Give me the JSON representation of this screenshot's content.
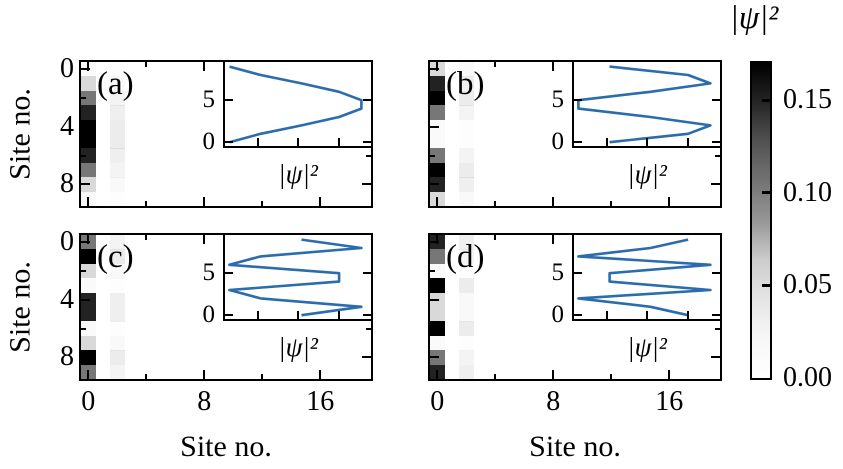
{
  "chart_data": {
    "type": "heatmap",
    "xlabel": "Site no.",
    "ylabel": "Site no.",
    "colormap": "Greys",
    "vmin": 0.0,
    "vmax": 0.17,
    "grid_rows": 10,
    "grid_cols": 20,
    "xticks": [
      0,
      8,
      16
    ],
    "xtick_labels": [
      "0",
      "8",
      "16"
    ],
    "xticks_minor": [
      4,
      12
    ],
    "yticks": [
      0,
      4,
      8
    ],
    "ytick_labels": [
      "0",
      "4",
      "8"
    ],
    "yticks_minor": [
      2,
      6
    ],
    "faint_column": 2,
    "panels": [
      {
        "label": "(a)",
        "site_probabilities": [
          0.0146,
          0.0531,
          0.1039,
          0.1504,
          0.1781,
          0.1781,
          0.1504,
          0.1039,
          0.0531,
          0.0146
        ]
      },
      {
        "label": "(b)",
        "site_probabilities": [
          0.0531,
          0.1504,
          0.1781,
          0.1039,
          0.0144,
          0.0144,
          0.1039,
          0.1781,
          0.1504,
          0.0531
        ]
      },
      {
        "label": "(c)",
        "site_probabilities": [
          0.1039,
          0.1781,
          0.0531,
          0.0144,
          0.1504,
          0.1504,
          0.0144,
          0.0531,
          0.1781,
          0.1039
        ]
      },
      {
        "label": "(d)",
        "site_probabilities": [
          0.1504,
          0.1039,
          0.0144,
          0.1781,
          0.0531,
          0.0531,
          0.1781,
          0.0144,
          0.1039,
          0.1504
        ]
      }
    ],
    "inset": {
      "type": "line",
      "xlabel": "|ψ|²",
      "line_color": "#2b6cad",
      "xticks": [
        0.05,
        0.1,
        0.15
      ],
      "yticks": [
        0,
        5
      ],
      "ytick_labels": [
        "0",
        "5"
      ],
      "xlim": [
        0.009,
        0.19
      ],
      "ylim": [
        -0.45,
        9.55
      ]
    },
    "colorbar": {
      "title": "|ψ|²",
      "ticks": [
        0.15,
        0.1,
        0.05,
        0.0
      ],
      "tick_labels": [
        "0.15",
        "0.10",
        "0.05",
        "0.00"
      ]
    }
  }
}
